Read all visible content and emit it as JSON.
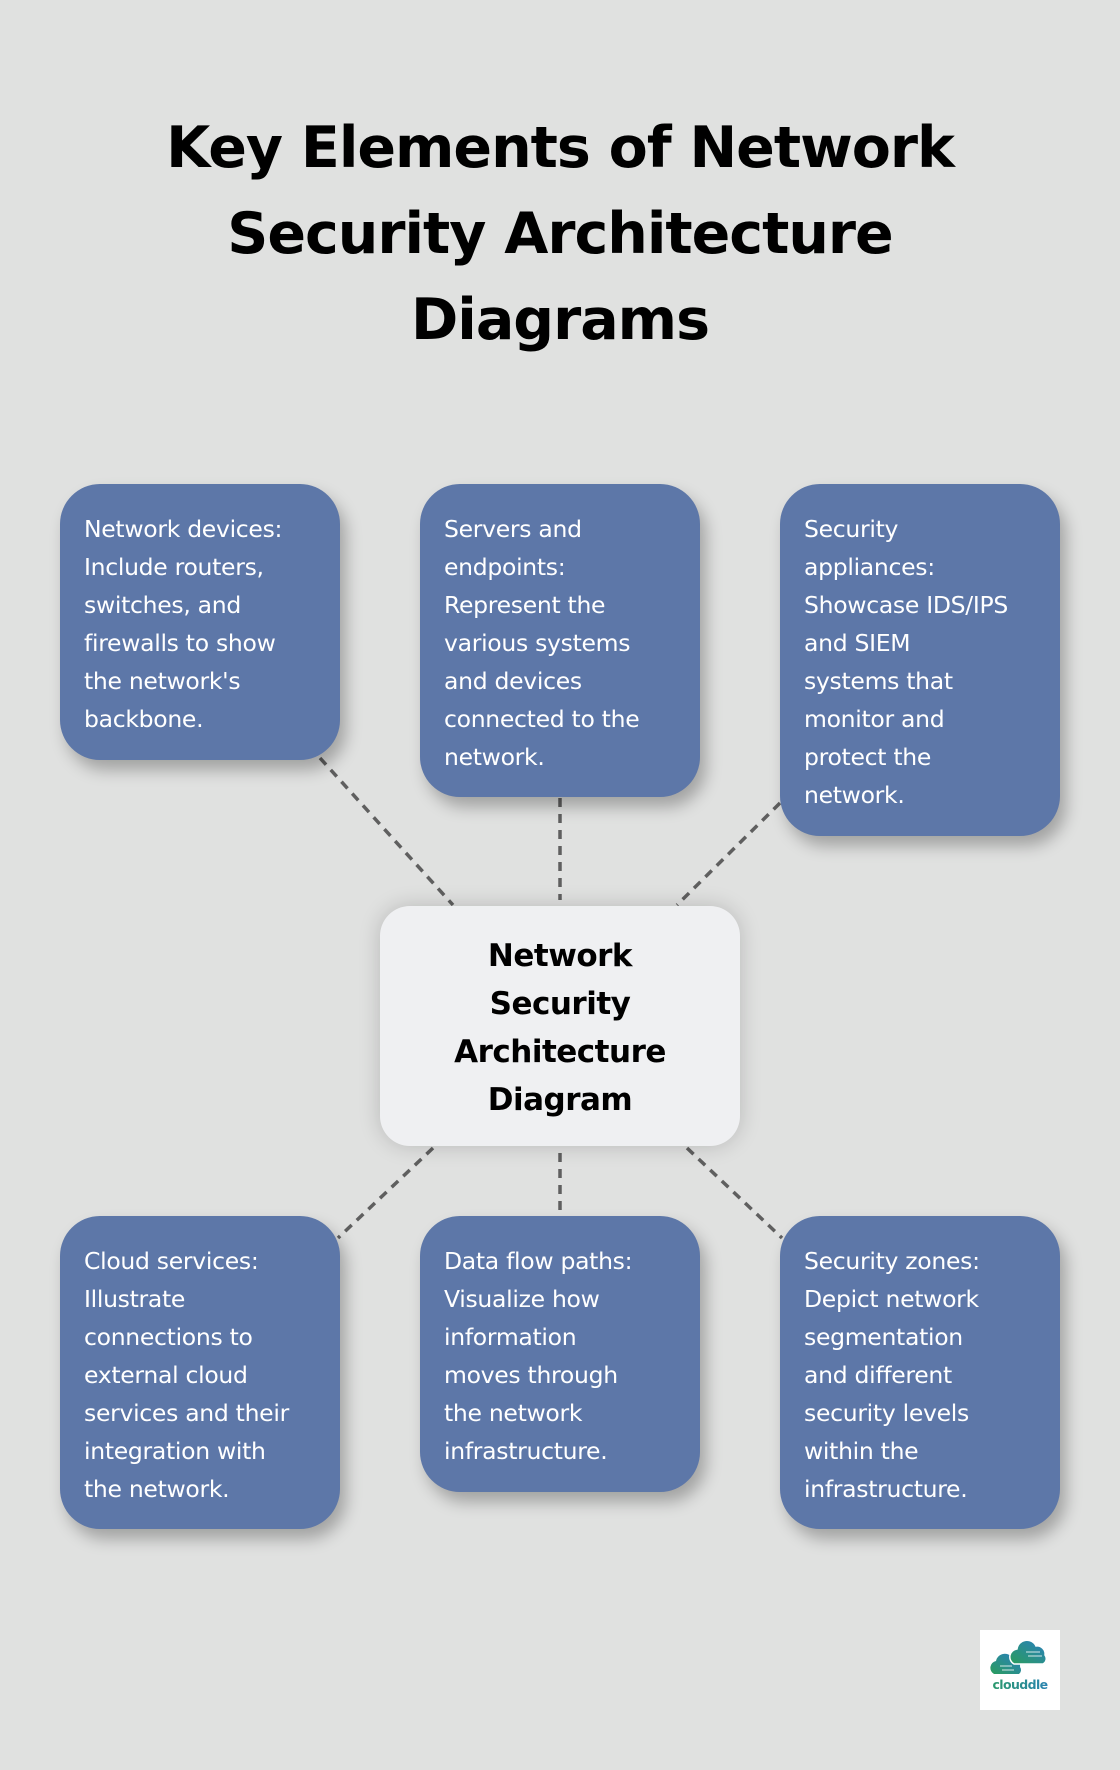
{
  "title": {
    "lines": [
      "Key Elements of Network",
      "Security Architecture",
      "Diagrams"
    ]
  },
  "center_node": {
    "lines": [
      "Network",
      "Security",
      "Architecture",
      "Diagram"
    ]
  },
  "cards": [
    {
      "heading": "Network devices",
      "lines": [
        "Network devices:",
        "Include routers,",
        "switches, and",
        "firewalls to show",
        "the network's",
        "backbone."
      ]
    },
    {
      "heading": "Servers and endpoints",
      "lines": [
        "Servers and",
        "endpoints:",
        "Represent the",
        "various systems",
        "and devices",
        "connected to the",
        "network."
      ]
    },
    {
      "heading": "Security appliances",
      "lines": [
        "Security",
        "appliances:",
        "Showcase IDS/IPS",
        "and SIEM",
        "systems that",
        "monitor and",
        "protect the",
        "network."
      ]
    },
    {
      "heading": "Cloud services",
      "lines": [
        "Cloud services:",
        "Illustrate",
        "connections to",
        "external cloud",
        "services and their",
        "integration with",
        "the network."
      ]
    },
    {
      "heading": "Data flow paths",
      "lines": [
        "Data flow paths:",
        "Visualize how",
        "information",
        "moves through",
        "the network",
        "infrastructure."
      ]
    },
    {
      "heading": "Security zones",
      "lines": [
        "Security zones:",
        "Depict network",
        "segmentation",
        "and different",
        "security levels",
        "within the",
        "infrastructure."
      ]
    }
  ],
  "logo": {
    "icon": "cloud-icon",
    "text": "clouddle"
  },
  "colors": {
    "background": "#e0e1e0",
    "card": "#5d77a8",
    "center_node": "#eff0f2",
    "connector": "#5f5f5f",
    "logo_green": "#2a9d5c",
    "logo_blue": "#2a7fc0"
  }
}
